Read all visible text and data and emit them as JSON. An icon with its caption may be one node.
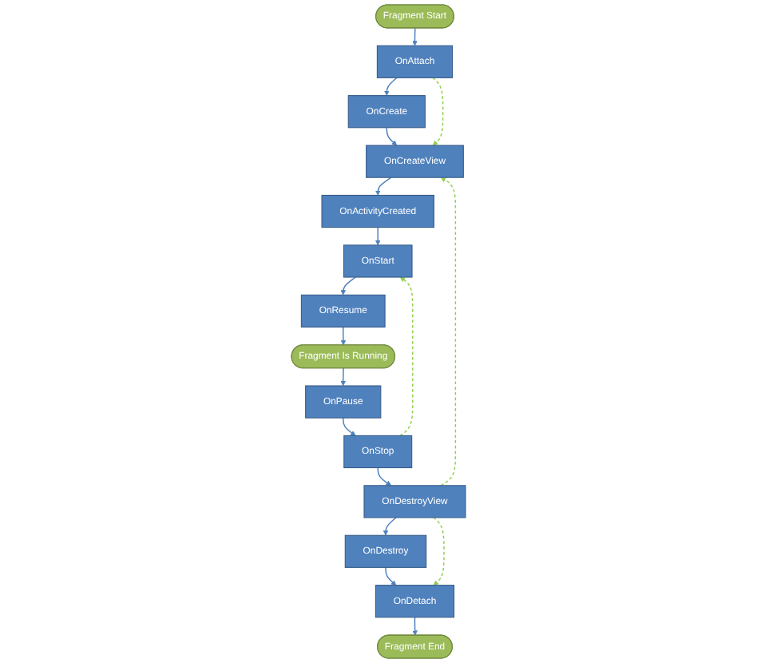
{
  "diagram": {
    "nodes": [
      {
        "text": [
          "Fragment Start"
        ]
      },
      {
        "text": [
          "OnAttach"
        ]
      },
      {
        "text": [
          "OnCreate"
        ]
      },
      {
        "text": [
          "OnCreateView"
        ]
      },
      {
        "text": [
          "OnActivityCreated"
        ]
      },
      {
        "text": [
          "OnStart"
        ]
      },
      {
        "text": [
          "OnResume"
        ]
      },
      {
        "text": [
          "Fragment Is Running"
        ]
      },
      {
        "text": [
          "OnPause"
        ]
      },
      {
        "text": [
          "OnStop"
        ]
      },
      {
        "text": [
          "OnDestroyView"
        ]
      },
      {
        "text": [
          "OnDestroy"
        ]
      },
      {
        "text": [
          "OnDetach"
        ]
      },
      {
        "text": [
          "Fragment End"
        ]
      }
    ],
    "edges": [
      {
        "from": 0,
        "to": 1,
        "arrow": "to"
      },
      {
        "from": 1,
        "to": 2,
        "arrow": "to"
      },
      {
        "from": 2,
        "to": 3,
        "arrow": "to"
      },
      {
        "from": 3,
        "to": 4,
        "arrow": "to"
      },
      {
        "from": 4,
        "to": 5,
        "arrow": "to"
      },
      {
        "from": 5,
        "to": 6,
        "arrow": "to"
      },
      {
        "from": 6,
        "to": 7,
        "arrow": "to"
      },
      {
        "from": 7,
        "to": 8,
        "arrow": "to"
      },
      {
        "from": 8,
        "to": 9,
        "arrow": "to"
      },
      {
        "from": 9,
        "to": 10,
        "arrow": "to"
      },
      {
        "from": 10,
        "to": 11,
        "arrow": "to"
      },
      {
        "from": 11,
        "to": 12,
        "arrow": "to"
      },
      {
        "from": 12,
        "to": 13,
        "arrow": "to"
      },
      {
        "from": 1,
        "to": 3,
        "arrow": "to",
        "style": "dashed",
        "color": "#92d050"
      },
      {
        "from": 10,
        "to": 3,
        "arrow": "to",
        "style": "dashed",
        "color": "#92d050"
      },
      {
        "from": 9,
        "to": 5,
        "arrow": "to",
        "style": "dashed",
        "color": "#92d050"
      },
      {
        "from": 10,
        "to": 12,
        "arrow": "to",
        "style": "dashed",
        "color": "#92d050"
      }
    ]
  }
}
